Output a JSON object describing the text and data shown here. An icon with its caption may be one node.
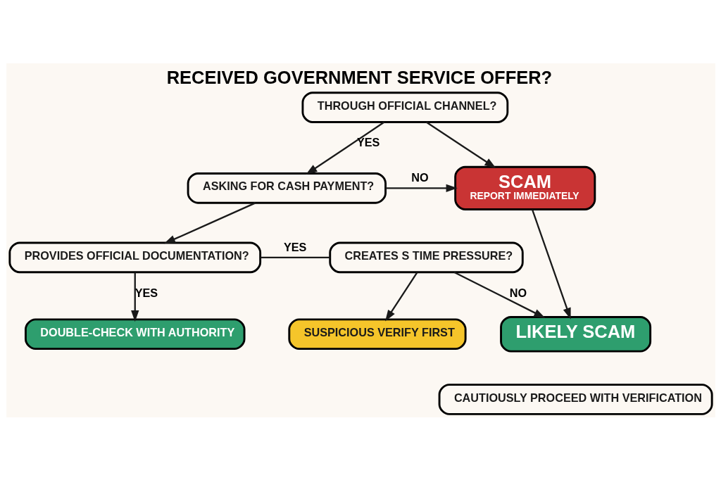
{
  "diagram": {
    "title": "RECEIVED GOVERNMENT SERVICE OFFER?",
    "nodes": [
      {
        "text": [
          "THROUGH OFFICIAL CHANNEL?"
        ]
      },
      {
        "text": [
          "ASKING FOR CASH PAYMENT?"
        ]
      },
      {
        "text": [
          "SCAM",
          "REPORT IMMEDIATELY"
        ]
      },
      {
        "text": [
          "PROVIDES OFFICIAL DOCUMENTATION?"
        ]
      },
      {
        "text": [
          "CREATES S TIME PRESSURE?"
        ]
      },
      {
        "text": [
          "SUSPICIOUS VERIFY FIRST"
        ]
      },
      {
        "text": [
          "LIKELY SCAM"
        ]
      },
      {
        "text": [
          "CAUTIOUSLY PROCEED WITH VERIFICATION"
        ]
      },
      {
        "text": [
          "DOUBLE-CHECK WITH AUTHORITY"
        ]
      }
    ],
    "edges": [
      {
        "from": 0,
        "to": 1,
        "arrow": "to",
        "label": "YES"
      },
      {
        "from": 0,
        "to": 2,
        "arrow": "to"
      },
      {
        "from": 1,
        "to": 2,
        "arrow": "to",
        "label": "NO"
      },
      {
        "from": 1,
        "to": 3,
        "arrow": "to"
      },
      {
        "from": 3,
        "to": 4,
        "arrow": "none",
        "label": "YES"
      },
      {
        "from": 4,
        "to": 5,
        "arrow": "to"
      },
      {
        "from": 4,
        "to": 6,
        "arrow": "to",
        "label": "NO"
      },
      {
        "from": 2,
        "to": 6,
        "arrow": "to"
      },
      {
        "from": 3,
        "to": 8,
        "arrow": "to",
        "label": "YES"
      }
    ]
  }
}
